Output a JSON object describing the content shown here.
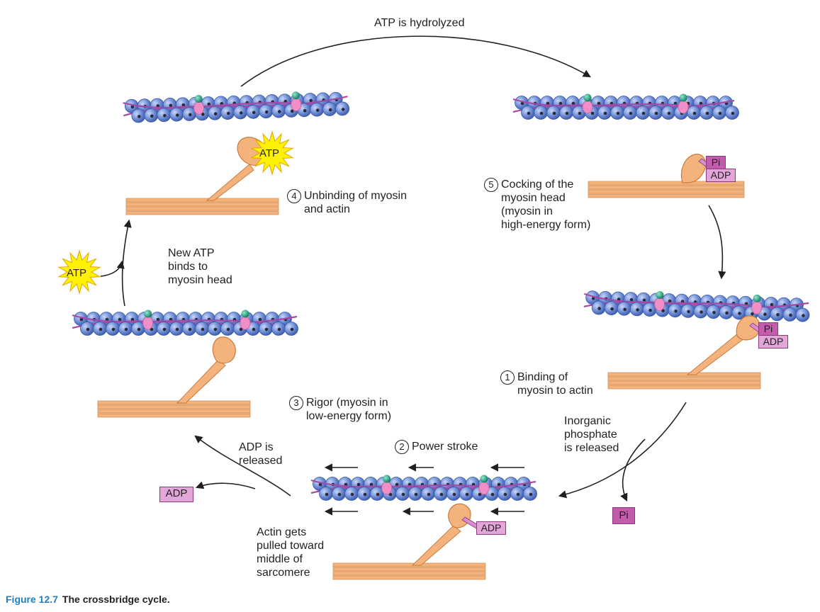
{
  "colors": {
    "actin": "#6f8fd8",
    "actin_dark": "#3c5aa8",
    "tropomyosin": "#a64aa8",
    "troponin": "#f08ec8",
    "calcium_ball": "#1f9c7c",
    "myosin": "#f4b37c",
    "myosin_outline": "#c97a3c",
    "atp_star": "#fff200",
    "figure_label": "#1f7fc0"
  },
  "labels": {
    "atp_hydrolyzed": "ATP is hydrolyzed",
    "new_atp": "New ATP\nbinds to\nmyosin head",
    "adp_released": "ADP is\nreleased",
    "inorganic_phosphate": "Inorganic\nphosphate\nis released",
    "actin_pulled": "Actin gets\npulled toward\nmiddle of\nsarcomere"
  },
  "steps": [
    {
      "number": "1",
      "text": "Binding of\nmyosin to actin"
    },
    {
      "number": "2",
      "text": "Power stroke"
    },
    {
      "number": "3",
      "text": "Rigor (myosin in\nlow-energy form)"
    },
    {
      "number": "4",
      "text": "Unbinding of myosin\nand actin"
    },
    {
      "number": "5",
      "text": "Cocking of the\nmyosin head\n(myosin in\nhigh-energy form)"
    }
  ],
  "molecules": {
    "atp": "ATP",
    "adp": "ADP",
    "pi": "Pi"
  },
  "caption": {
    "figure_number": "Figure 12.7",
    "title": "The crossbridge cycle."
  }
}
